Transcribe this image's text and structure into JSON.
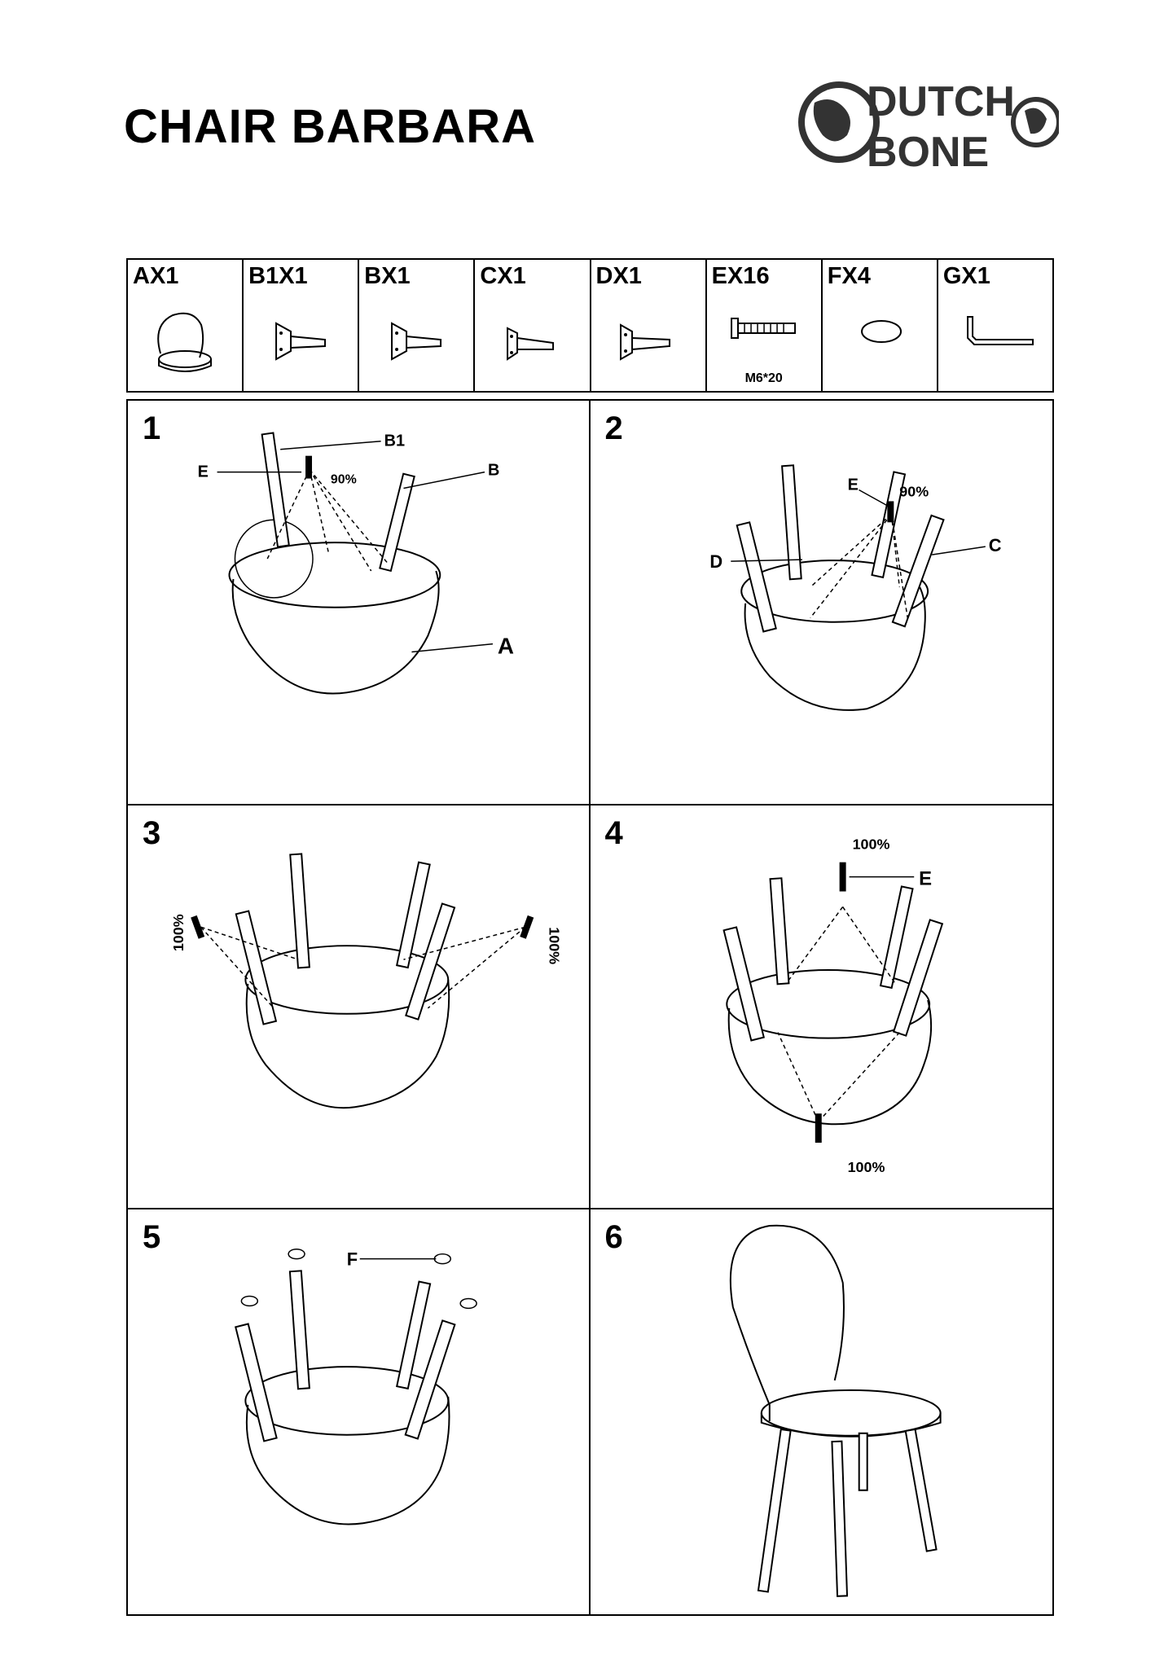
{
  "header": {
    "title": "CHAIR BARBARA",
    "logo_line1": "DUTCH",
    "logo_line2": "BONE"
  },
  "parts": [
    {
      "label": "AX1",
      "icon": "seat-shell-icon"
    },
    {
      "label": "B1X1",
      "icon": "leg-icon"
    },
    {
      "label": "BX1",
      "icon": "leg-icon"
    },
    {
      "label": "CX1",
      "icon": "leg-icon"
    },
    {
      "label": "DX1",
      "icon": "leg-icon"
    },
    {
      "label": "EX16",
      "icon": "bolt-icon",
      "sub": "M6*20"
    },
    {
      "label": "FX4",
      "icon": "felt-pad-icon"
    },
    {
      "label": "GX1",
      "icon": "allen-key-icon"
    }
  ],
  "steps": [
    {
      "number": "1",
      "labels": {
        "b1": "B1",
        "e": "E",
        "b": "B",
        "a": "A",
        "torque": "90%"
      }
    },
    {
      "number": "2",
      "labels": {
        "e": "E",
        "torque": "90%",
        "d": "D",
        "c": "C"
      }
    },
    {
      "number": "3",
      "labels": {
        "torque_left": "100%",
        "torque_right": "100%"
      }
    },
    {
      "number": "4",
      "labels": {
        "torque_top": "100%",
        "e": "E",
        "torque_bottom": "100%"
      }
    },
    {
      "number": "5",
      "labels": {
        "f": "F"
      }
    },
    {
      "number": "6"
    }
  ]
}
